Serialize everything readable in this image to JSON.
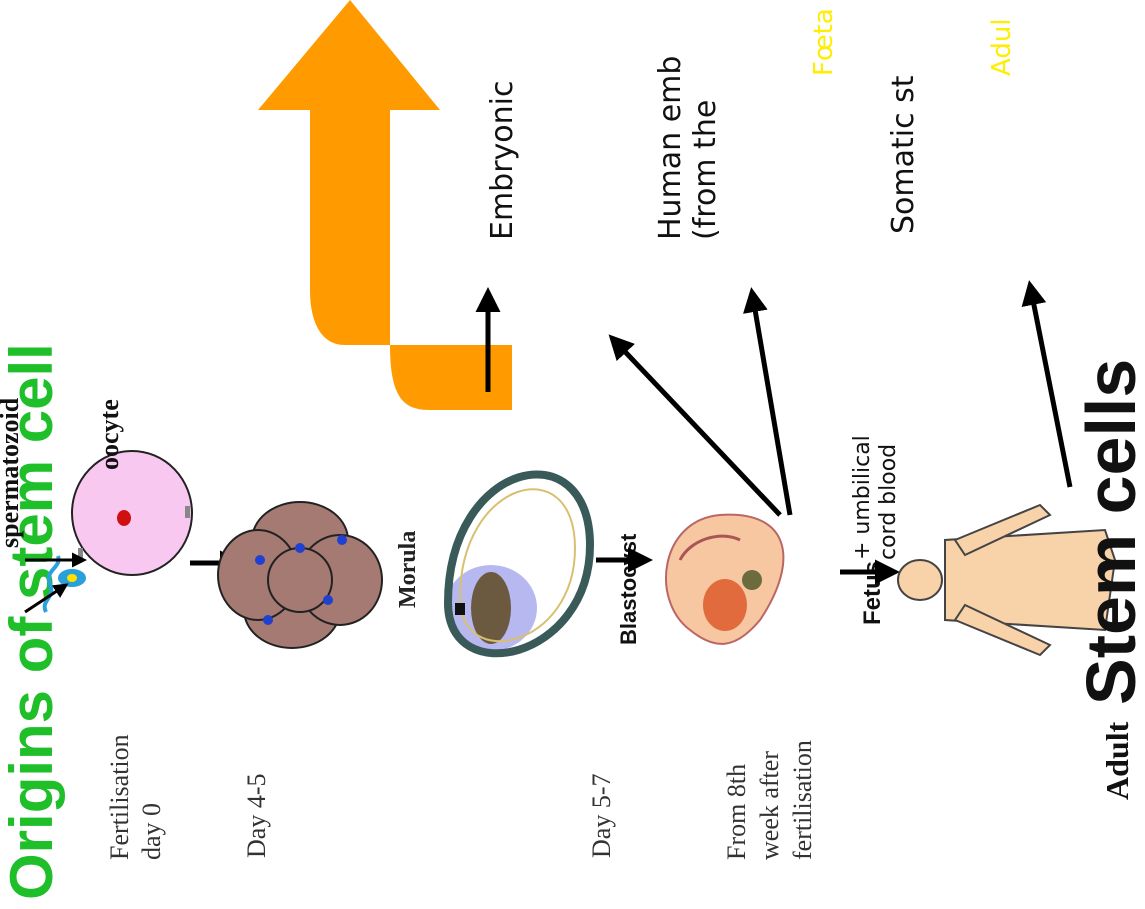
{
  "title": {
    "green_text": "Origins of stem cell",
    "stem_cells_text": "Stem cells"
  },
  "stages": [
    {
      "label": "Fertilisation day 0",
      "lines": [
        "Fertilisation",
        "day 0"
      ]
    },
    {
      "label": "Day 4-5",
      "lines": [
        "Day 4-5"
      ]
    },
    {
      "label": "Day 5-7",
      "lines": [
        "Day 5-7"
      ]
    },
    {
      "label": "From 8th week after fertilisation",
      "lines": [
        "From 8th",
        "week after",
        "fertilisation"
      ]
    },
    {
      "label": "Adult",
      "lines": [
        "Adult"
      ]
    }
  ],
  "structures": {
    "spermatozoid": "spermatozoid",
    "oocyte": "oocyte",
    "morula": "Morula",
    "blastocyst": "Blastocyst",
    "fetus": "Fetus",
    "umbilical": "+ umbilical",
    "cord_blood": "cord blood"
  },
  "cell_types": {
    "embryonic": "Embryonic",
    "human_emb_line1": "Human emb",
    "human_emb_line2": "(from the",
    "foetal": "Fœta",
    "somatic": "Somatic st",
    "adult": "Adul"
  },
  "colors": {
    "green_title": "#1fbf2a",
    "orange_arrow": "#ff9a00",
    "highlight_yellow": "#ffee00",
    "oocyte_fill": "#f8c8f0",
    "morula_fill": "#a57a73",
    "blastocyst_halo": "#b8b8f0",
    "fetus_fill": "#f6c7a0",
    "adult_fill": "#f8d2a8"
  }
}
